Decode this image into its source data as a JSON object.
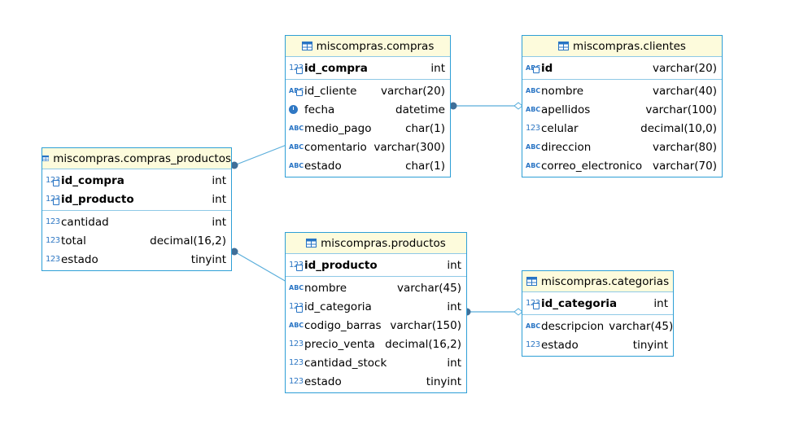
{
  "tables": {
    "compras": {
      "title": "miscompras.compras",
      "pk": [
        {
          "name": "id_compra",
          "type": "int",
          "icon": "key-num-icon"
        }
      ],
      "cols": [
        {
          "name": "id_cliente",
          "type": "varchar(20)",
          "icon": "key-abc-icon"
        },
        {
          "name": "fecha",
          "type": "datetime",
          "icon": "clock-icon"
        },
        {
          "name": "medio_pago",
          "type": "char(1)",
          "icon": "abc-icon"
        },
        {
          "name": "comentario",
          "type": "varchar(300)",
          "icon": "abc-icon"
        },
        {
          "name": "estado",
          "type": "char(1)",
          "icon": "abc-icon"
        }
      ]
    },
    "clientes": {
      "title": "miscompras.clientes",
      "pk": [
        {
          "name": "id",
          "type": "varchar(20)",
          "icon": "key-abc-icon"
        }
      ],
      "cols": [
        {
          "name": "nombre",
          "type": "varchar(40)",
          "icon": "abc-icon"
        },
        {
          "name": "apellidos",
          "type": "varchar(100)",
          "icon": "abc-icon"
        },
        {
          "name": "celular",
          "type": "decimal(10,0)",
          "icon": "num-icon"
        },
        {
          "name": "direccion",
          "type": "varchar(80)",
          "icon": "abc-icon"
        },
        {
          "name": "correo_electronico",
          "type": "varchar(70)",
          "icon": "abc-icon"
        }
      ]
    },
    "compras_productos": {
      "title": "miscompras.compras_productos",
      "pk": [
        {
          "name": "id_compra",
          "type": "int",
          "icon": "key-num-icon"
        },
        {
          "name": "id_producto",
          "type": "int",
          "icon": "key-num-icon"
        }
      ],
      "cols": [
        {
          "name": "cantidad",
          "type": "int",
          "icon": "num-icon"
        },
        {
          "name": "total",
          "type": "decimal(16,2)",
          "icon": "num-icon"
        },
        {
          "name": "estado",
          "type": "tinyint",
          "icon": "num-icon"
        }
      ]
    },
    "productos": {
      "title": "miscompras.productos",
      "pk": [
        {
          "name": "id_producto",
          "type": "int",
          "icon": "key-num-icon"
        }
      ],
      "cols": [
        {
          "name": "nombre",
          "type": "varchar(45)",
          "icon": "abc-icon"
        },
        {
          "name": "id_categoria",
          "type": "int",
          "icon": "key-num-icon"
        },
        {
          "name": "codigo_barras",
          "type": "varchar(150)",
          "icon": "abc-icon"
        },
        {
          "name": "precio_venta",
          "type": "decimal(16,2)",
          "icon": "num-icon"
        },
        {
          "name": "cantidad_stock",
          "type": "int",
          "icon": "num-icon"
        },
        {
          "name": "estado",
          "type": "tinyint",
          "icon": "num-icon"
        }
      ]
    },
    "categorias": {
      "title": "miscompras.categorias",
      "pk": [
        {
          "name": "id_categoria",
          "type": "int",
          "icon": "key-num-icon"
        }
      ],
      "cols": [
        {
          "name": "descripcion",
          "type": "varchar(45)",
          "icon": "abc-icon"
        },
        {
          "name": "estado",
          "type": "tinyint",
          "icon": "num-icon"
        }
      ]
    }
  },
  "icon_text": {
    "abc": "ABC",
    "num": "123"
  },
  "colors": {
    "border": "#2e9fd6",
    "header": "#fdfbdc",
    "link": "#5aaedb",
    "icon": "#2874c4"
  }
}
